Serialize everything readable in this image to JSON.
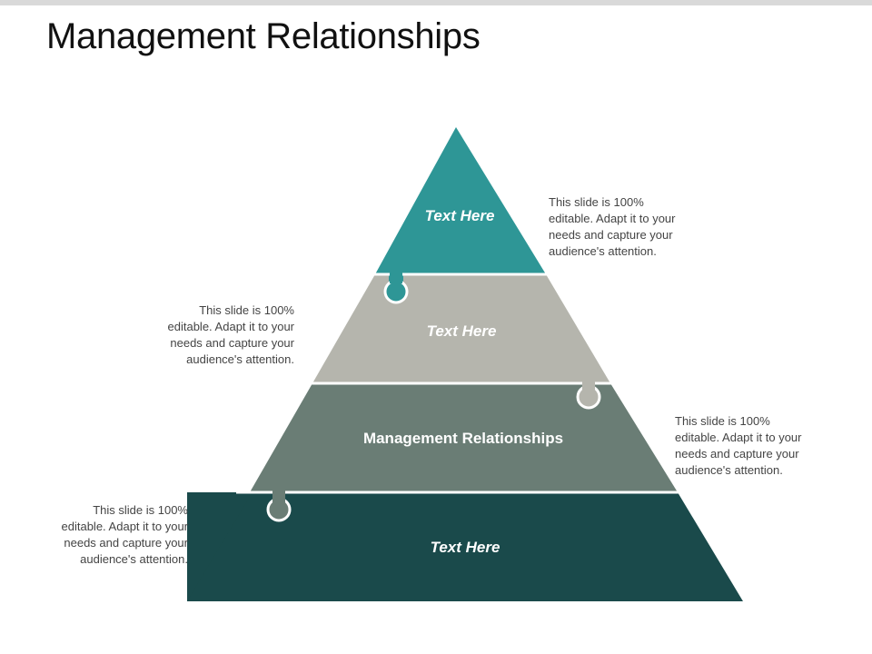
{
  "slide": {
    "title": "Management Relationships"
  },
  "pyramid": {
    "tiers": [
      {
        "label": "Text Here",
        "color": "#2e9696"
      },
      {
        "label": "Text Here",
        "color": "#b5b5ad"
      },
      {
        "label": "Management Relationships",
        "color": "#6a7d75"
      },
      {
        "label": "Text Here",
        "color": "#1a4a4b"
      }
    ],
    "separator_color": "#ffffff"
  },
  "descriptions": [
    {
      "text": "This slide is 100% editable. Adapt it to your needs and capture your audience's attention.",
      "lines": [
        "This slide is 100%",
        "editable. Adapt it to your",
        "needs and capture your",
        "audience's attention."
      ]
    },
    {
      "text": "This slide is 100% editable. Adapt it to your needs and capture your audience's attention.",
      "lines": [
        "This slide is 100%",
        "editable. Adapt it to your",
        "needs and capture your",
        "audience's attention."
      ]
    },
    {
      "text": "This slide is 100% editable. Adapt it to your needs and capture your audience's attention.",
      "lines": [
        "This slide is 100%",
        "editable. Adapt it to your",
        "needs and capture your",
        "audience's attention."
      ]
    },
    {
      "text": "This slide is 100% editable. Adapt it to your needs and capture your audience's attention.",
      "lines": [
        "This slide is 100%",
        "editable. Adapt it to your",
        "needs and capture your",
        "audience's attention."
      ]
    }
  ]
}
